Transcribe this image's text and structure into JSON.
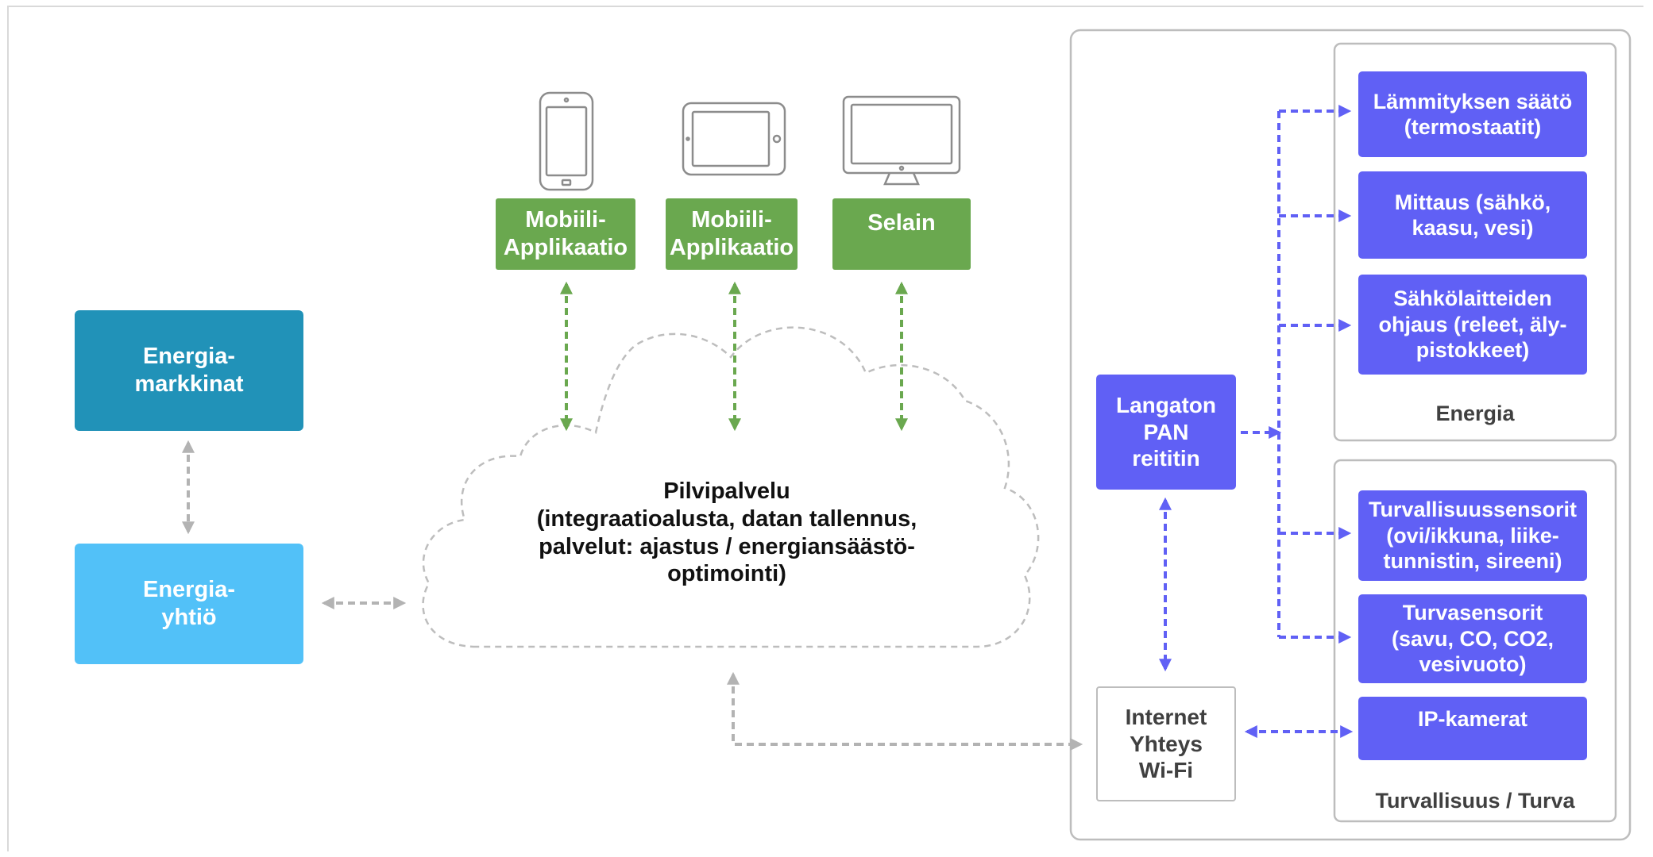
{
  "nodes": {
    "energy_markets": "Energia-\nmarkkinat",
    "energy_company": "Energia-\nyhtiö",
    "mobile_app_1": "Mobiili-\nApplikaatio",
    "mobile_app_2": "Mobiili-\nApplikaatio",
    "browser": "Selain",
    "cloud": "Pilvipalvelu\n(integraatioalusta, datan tallennus,\npalvelut: ajastus / energiansäästö-\noptimointi)",
    "wireless_router": "Langaton\nPAN\nreititin",
    "internet": "Internet\nYhteys\nWi-Fi",
    "heating": "Lämmityksen säätö\n(termostaatit)",
    "metering": "Mittaus (sähkö,\nkaasu, vesi)",
    "appliance_control": "Sähkölaitteiden\nohjaus (releet, äly-\npistokkeet)",
    "security_sensors": "Turvallisuussensorit\n(ovi/ikkuna, liike-\ntunnistin, sireeni)",
    "safety_sensors": "Turvasensorit\n(savu,  CO, CO2,\nvesivuoto)",
    "ip_cameras": "IP-kamerat"
  },
  "groups": {
    "energy": "Energia",
    "security": "Turvallisuus / Turva"
  },
  "colors": {
    "energy_markets": "#2192b8",
    "energy_company": "#52c1f8",
    "client_apps": "#6aa84f",
    "home_devices": "#6060f5",
    "connector_gray": "#b3b3b3",
    "connector_green": "#6aa84f",
    "connector_purple": "#6060f5"
  },
  "icons": [
    "smartphone-icon",
    "tablet-icon",
    "monitor-icon",
    "cloud-shape"
  ]
}
